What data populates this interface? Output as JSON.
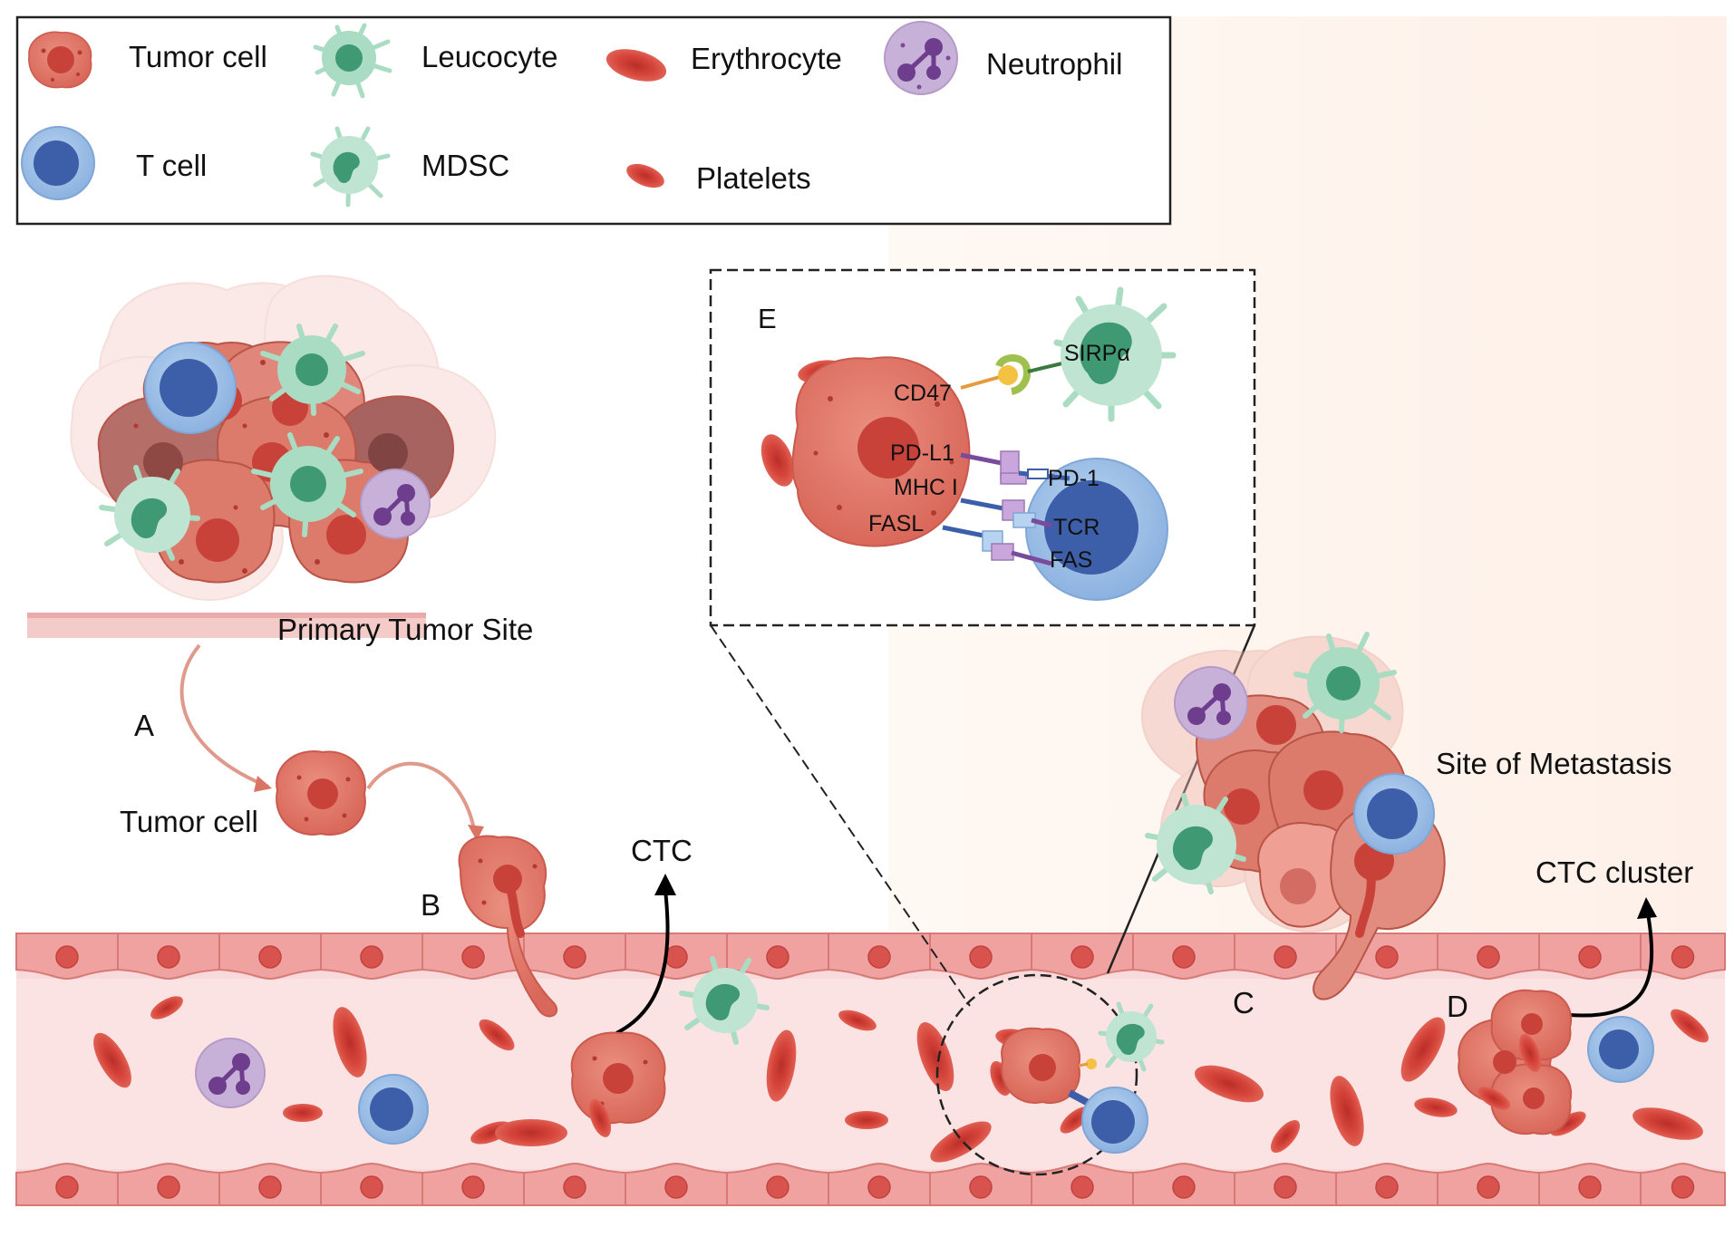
{
  "legend": {
    "items": [
      {
        "key": "tumor",
        "label": "Tumor cell"
      },
      {
        "key": "leucocyte",
        "label": "Leucocyte"
      },
      {
        "key": "erythrocyte",
        "label": "Erythrocyte"
      },
      {
        "key": "neutrophil",
        "label": "Neutrophil"
      },
      {
        "key": "tcell",
        "label": "T cell"
      },
      {
        "key": "mdsc",
        "label": "MDSC"
      },
      {
        "key": "platelets",
        "label": "Platelets"
      }
    ]
  },
  "labels": {
    "primary_site": "Primary Tumor Site",
    "step_a": "A",
    "tumor_cell": "Tumor cell",
    "step_b": "B",
    "ctc": "CTC",
    "step_c": "C",
    "step_d": "D",
    "ctc_cluster": "CTC cluster",
    "metastasis": "Site of Metastasis"
  },
  "inset": {
    "label": "E",
    "molecules": {
      "cd47": "CD47",
      "sirpa": "SIRPα",
      "pdl1": "PD-L1",
      "pd1": "PD-1",
      "mhc1": "MHC I",
      "tcr": "TCR",
      "fasl": "FASL",
      "fas": "FAS"
    }
  },
  "colors": {
    "tumor": "#e07c6e",
    "tumor_nucleus": "#c8423a",
    "leucocyte": "#a9dcc3",
    "leucocyte_nucleus": "#3f9a74",
    "erythrocyte": "#d6453b",
    "neutrophil": "#c8b1d8",
    "tcell": "#9ec0e8",
    "tcell_nucleus": "#3d5ea8",
    "vessel": "#f6c9c9",
    "endothelium": "#f0a2a0"
  }
}
